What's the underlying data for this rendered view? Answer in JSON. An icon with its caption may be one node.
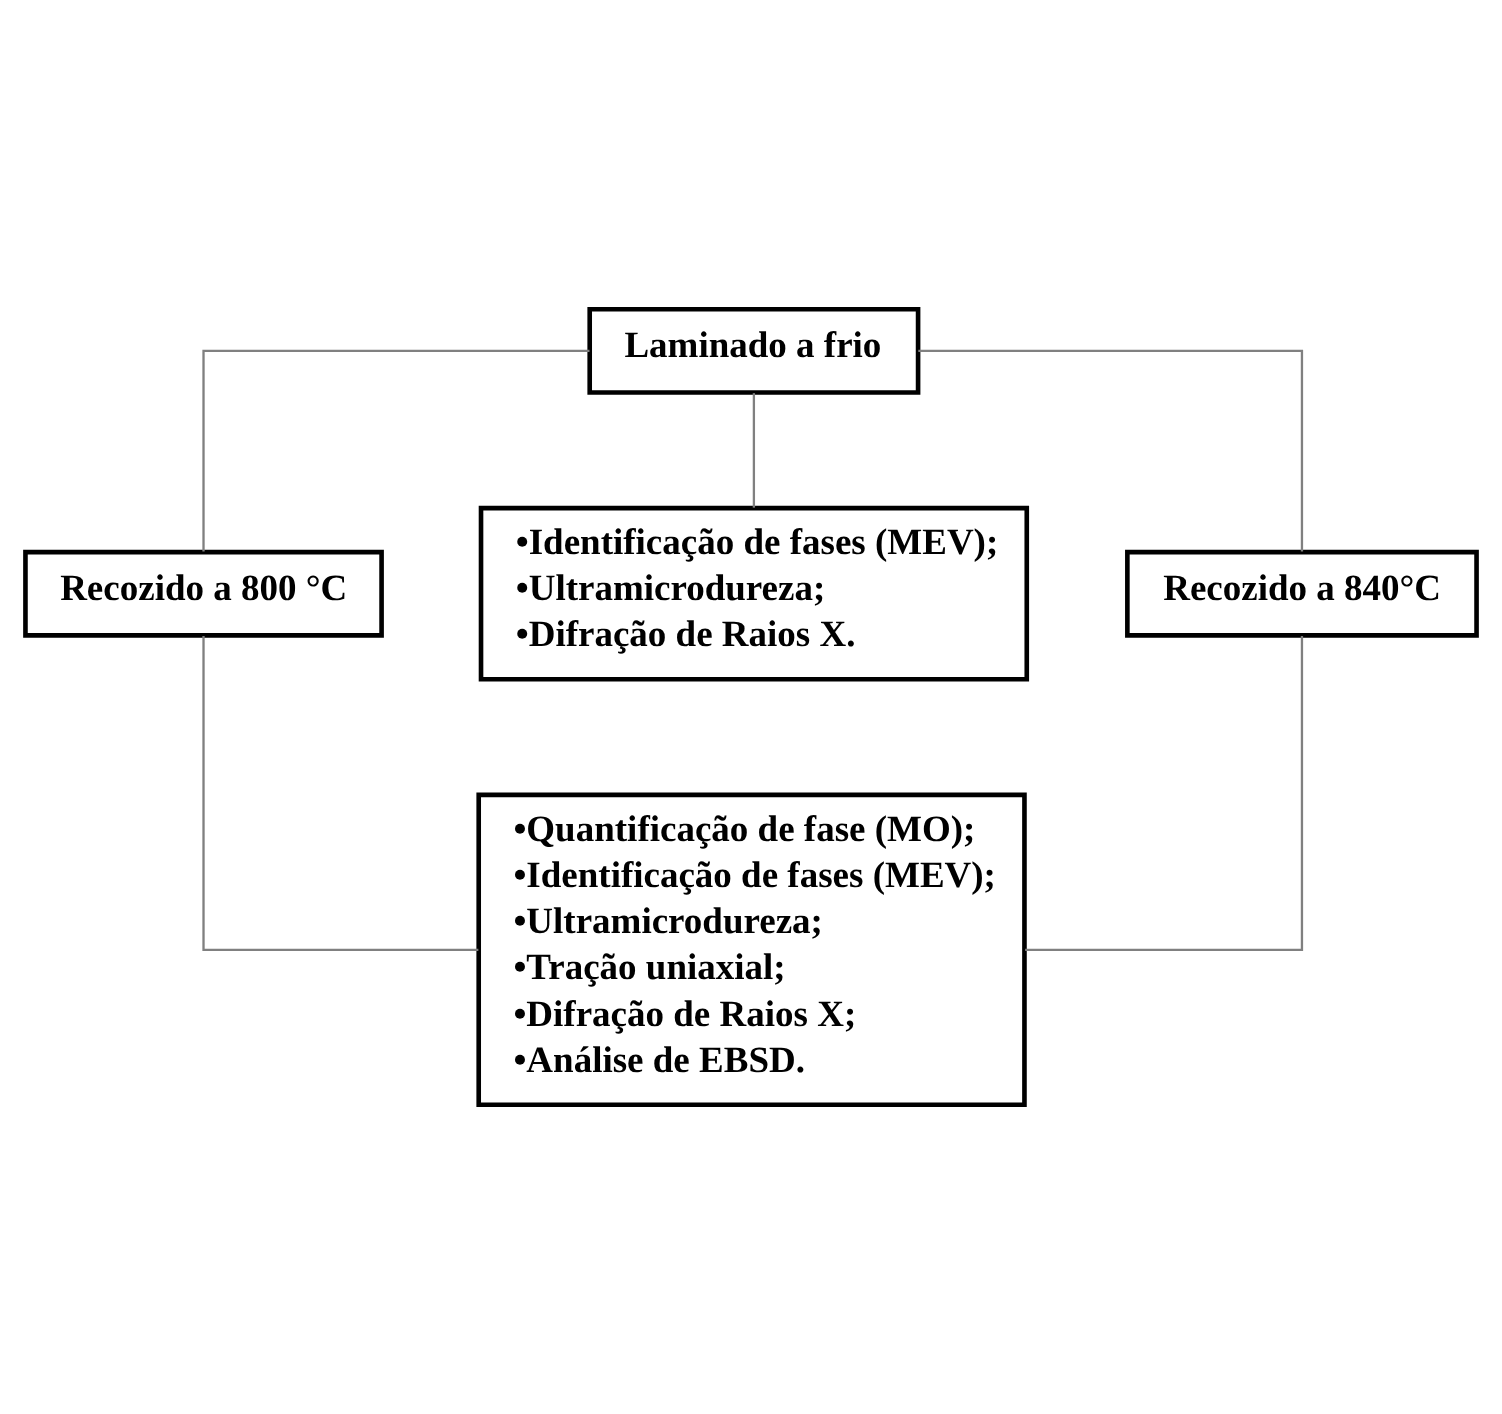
{
  "diagram": {
    "nodes": [
      {
        "text": [
          "Laminado a frio"
        ]
      },
      {
        "text": [
          "Recozido a 800 °C"
        ]
      },
      {
        "text": [
          "•Identificação de fases (MEV);",
          "•Ultramicrodureza;",
          "•Difração de Raios X."
        ]
      },
      {
        "text": [
          "Recozido a 840°C"
        ]
      },
      {
        "text": [
          "•Quantificação de fase (MO);",
          "•Identificação de fases (MEV);",
          "•Ultramicrodureza;",
          "•Tração uniaxial;",
          "•Difração de Raios X;",
          "•Análise de EBSD."
        ]
      }
    ],
    "edges": [
      {
        "from": 0,
        "to": 1,
        "arrow": "none"
      },
      {
        "from": 0,
        "to": 2,
        "arrow": "none"
      },
      {
        "from": 0,
        "to": 3,
        "arrow": "none"
      },
      {
        "from": 1,
        "to": 4,
        "arrow": "none"
      },
      {
        "from": 3,
        "to": 4,
        "arrow": "none"
      }
    ]
  }
}
